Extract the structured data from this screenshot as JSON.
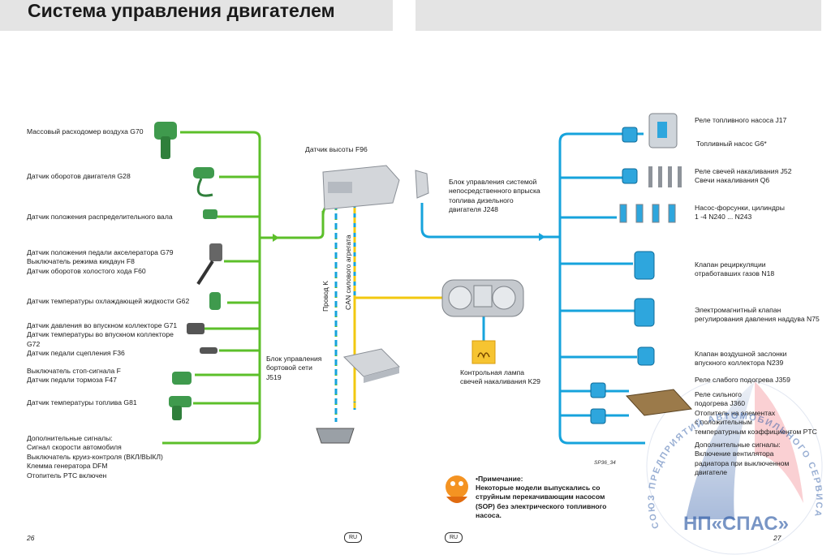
{
  "header": {
    "title": "Система управления двигателем"
  },
  "left_inputs": [
    {
      "lines": [
        "Массовый расходомер воздуха G70"
      ]
    },
    {
      "lines": [
        "Датчик оборотов двигателя G28"
      ]
    },
    {
      "lines": [
        "Датчик положения распределительного вала"
      ]
    },
    {
      "lines": [
        "Датчик положения педали акселератора G79",
        "Выключатель режима кикдаун F8",
        "Датчик оборотов холостого хода F60"
      ]
    },
    {
      "lines": [
        "Датчик температуры охлаждающей жидкости G62"
      ]
    },
    {
      "lines": [
        "Датчик давления во впускном коллекторе G71",
        "Датчик температуры во впускном коллекторе",
        "G72"
      ]
    },
    {
      "lines": [
        "Датчик педали сцепления F36"
      ]
    },
    {
      "lines": [
        "Выключатель стоп-сигнала F",
        "Датчик педали тормоза F47"
      ]
    },
    {
      "lines": [
        "Датчик температуры топлива G81"
      ]
    },
    {
      "lines": [
        "Дополнительные сигналы:",
        "Сигнал скорости автомобиля",
        "Выключатель круиз-контроля (ВКЛ/ВЫКЛ)",
        "Клемма генератора DFM",
        "Отопитель PTC включен"
      ]
    }
  ],
  "center": {
    "altitude_sensor": "Датчик высоты F96",
    "ecu": [
      "Блок управления системой",
      "непосредственного впрыска",
      "топлива дизельного",
      "двигателя J248"
    ],
    "wire_k": "Провод K",
    "can_bus": "CAN силового агрегата",
    "onboard_unit": [
      "Блок управления",
      "бортовой сети",
      "J519"
    ],
    "glow_lamp": [
      "Контрольная лампа",
      "свечей накаливания K29"
    ]
  },
  "right_outputs": [
    {
      "lines": [
        "Реле топливного насоса J17"
      ]
    },
    {
      "lines": [
        "Топливный насос G6*"
      ]
    },
    {
      "lines": [
        "Реле свечей накаливания J52",
        "Свечи накаливания Q6"
      ]
    },
    {
      "lines": [
        "Насос-форсунки, цилиндры",
        "1 -4 N240 ... N243"
      ]
    },
    {
      "lines": [
        "Клапан рециркуляции",
        "отработавших газов N18"
      ]
    },
    {
      "lines": [
        "Электромагнитный клапан",
        "регулирования давления наддува N75"
      ]
    },
    {
      "lines": [
        "Клапан воздушной заслонки",
        "впускного коллектора N239"
      ]
    },
    {
      "lines": [
        "Реле слабого подогрева J359"
      ]
    },
    {
      "lines": [
        "Реле сильного",
        "подогрева J360",
        "Отопитель на элементах",
        "с положительным",
        "температурным коэффициентом PTC"
      ]
    },
    {
      "lines": [
        "Дополнительные сигналы:",
        "Включение вентилятора",
        "радиатора при выключенном",
        "двигателе"
      ]
    }
  ],
  "note": {
    "lines": [
      "•Примечание:",
      "Некоторые модели выпускались со",
      "струйным перекачивающим насосом",
      "(SOP) без электрического топливного",
      "насоса."
    ]
  },
  "footer": {
    "page_left": "26",
    "page_right": "27",
    "lang": "RU",
    "code": "SP36_34"
  },
  "watermark": {
    "org": "НП«СПАС»",
    "ring": "СОЮЗ ПРЕДПРИЯТИЙ АВТОМОБИЛЬНОГО СЕРВИСА"
  },
  "colors": {
    "green": "#5cbf2a",
    "blue": "#16a3dc",
    "yellow": "#f2c80f",
    "watermark_blue": "#1f4fa0",
    "watermark_red": "#e8434d"
  }
}
